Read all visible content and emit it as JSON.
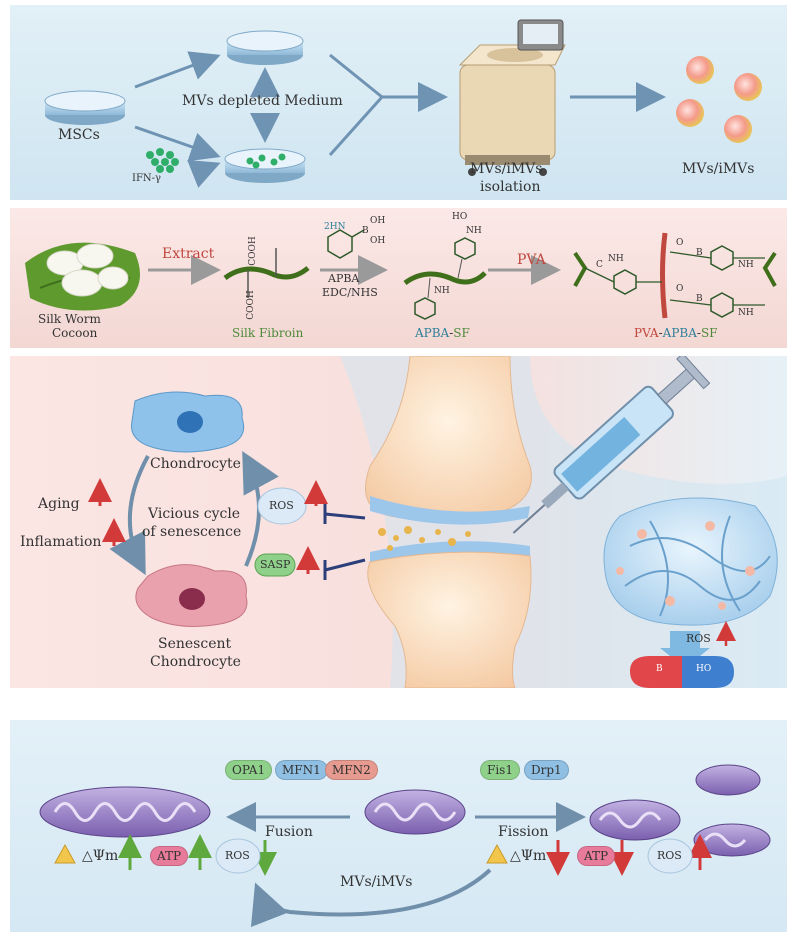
{
  "panel1": {
    "msc_label": "MSCs",
    "ifn_label": "IFN-γ",
    "medium_label": "MVs depleted Medium",
    "isolation_label_line1": "MVs/iMVs",
    "isolation_label_line2": "isolation",
    "product_label": "MVs/iMVs"
  },
  "panel2": {
    "cocoon_line1": "Silk Worm",
    "cocoon_line2": "Cocoon",
    "extract_label": "Extract",
    "silk_fibroin_label": "Silk Fibroin",
    "reagent_apba": "APBA",
    "reagent_edc": "EDC/NHS",
    "apba_sf_part1": "APBA",
    "apba_sf_part2": "SF",
    "pva_arrow_label": "PVA",
    "product_part1": "PVA",
    "product_part2": "APBA",
    "product_part3": "SF",
    "sep": "-",
    "h2n": "2HN",
    "oh": "OH",
    "b": "B",
    "nh": "NH",
    "o": "O",
    "ho": "HO",
    "cooh": "COOH",
    "c": "C"
  },
  "panel3": {
    "chondrocyte_label": "Chondrocyte",
    "senescent_line1": "Senescent",
    "senescent_line2": "Chondrocyte",
    "cycle_line1": "Vicious cycle",
    "cycle_line2": "of senescence",
    "aging_label": "Aging",
    "inflammation_label": "Inflamation",
    "ros_label": "ROS",
    "sasp_label": "SASP",
    "hydrogel_ros_label": "ROS",
    "up_arrow": "↑"
  },
  "panel4": {
    "fusion_proteins": [
      "OPA1",
      "MFN1",
      "MFN2"
    ],
    "fission_proteins": [
      "Fis1",
      "Drp1"
    ],
    "fusion_label": "Fusion",
    "fission_label": "Fission",
    "delta_psi_label": "△Ψm",
    "atp_label": "ATP",
    "ros_label": "ROS",
    "treatment_label": "MVs/iMVs",
    "up_arrow": "↑",
    "down_arrow": "↓"
  },
  "colors": {
    "arrow_blue": "#6f93b3",
    "arrow_red": "#d23a3a",
    "arrow_green": "#5fa83e",
    "inhibit_navy": "#2c3f7a",
    "fusion_pill_green": "#8fd18a",
    "fusion_pill_blue": "#8fbfe3",
    "fusion_pill_red": "#e79a8f",
    "mito_purple": "#8a6fb8",
    "atp_pink": "#e87a9b",
    "ros_pink": "#c0483f"
  }
}
